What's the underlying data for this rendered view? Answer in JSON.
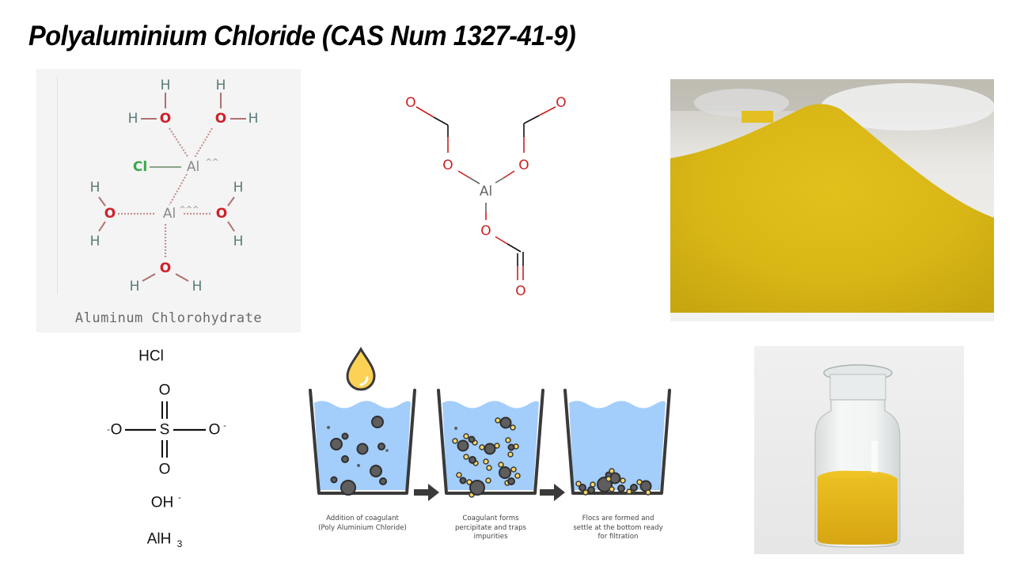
{
  "slide": {
    "title": "Polyaluminium Chloride (CAS Num 1327-41-9)"
  },
  "aluminum_chlorohydrate": {
    "caption": "Aluminum Chlorohydrate",
    "atoms": {
      "h": "H",
      "o": "O",
      "cl": "Cl",
      "al1": "Al",
      "al1_charge": "^^",
      "al2": "Al",
      "al2_charge": "^^^"
    },
    "colors": {
      "hydrogen": "#5a7a78",
      "oxygen": "#d0202a",
      "chlorine": "#3aa84a",
      "aluminum": "#8a8a8a"
    }
  },
  "aluminum_formate": {
    "center": "Al",
    "oxygen": "O",
    "colors": {
      "oxygen": "#cc1f1f",
      "carbon_bond": "#111111",
      "aluminum": "#666666"
    }
  },
  "ions": {
    "hcl": "HCl",
    "sulfate_center": "S",
    "sulfate_o": "O",
    "sulfate_o_neg": "O",
    "neg": "-",
    "hydroxide": "OH",
    "hydroxide_charge": "-",
    "alh3_base": "AlH",
    "alh3_sub": "3"
  },
  "process": {
    "steps": [
      {
        "caption_line1": "Addition of coagulant",
        "caption_line2": "(Poly Aluminium Chloride)",
        "caption_line3": ""
      },
      {
        "caption_line1": "Coagulant forms",
        "caption_line2": "percipitate and traps",
        "caption_line3": "impurities"
      },
      {
        "caption_line1": "Flocs are formed and",
        "caption_line2": "settle at the bottom ready",
        "caption_line3": "for filtration"
      }
    ],
    "colors": {
      "water": "#a3cdfb",
      "beaker": "#3a3a3a",
      "particle": "#5a5a5a",
      "coagulant": "#fbd963",
      "drop": "#fbd255"
    }
  },
  "photos": {
    "powder": {
      "subject": "yellow-powder-pile",
      "color": "#e2c01c"
    },
    "jar": {
      "subject": "glass-jar-with-yellow-powder",
      "color": "#e7b71a"
    }
  }
}
